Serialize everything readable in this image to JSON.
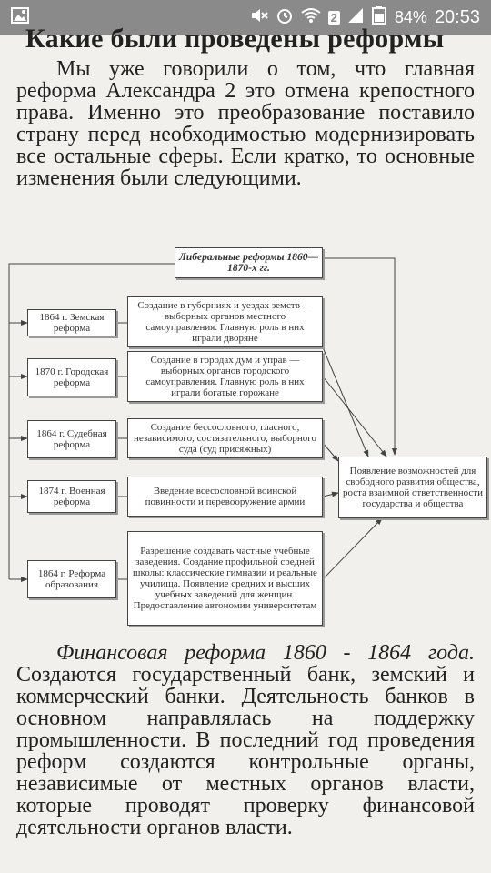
{
  "status_bar": {
    "battery": "84%",
    "time": "20:53",
    "sim_badge": "2",
    "icons": [
      "image-icon",
      "mute-icon",
      "alarm-icon",
      "wifi-icon",
      "signal-icon",
      "battery-icon"
    ]
  },
  "heading": "Какие были проведены реформы",
  "intro": "Мы уже говорили о том, что главная реформа Александра 2 это отмена крепостного права. Именно это преобразование поставило страну перед необходимостью модернизировать все остальные сферы. Если кратко, то основные изменения были следующими.",
  "diagram": {
    "header": "Либеральные реформы 1860—1870-х гг.",
    "reforms": [
      {
        "year_name": "1864 г. Земская реформа",
        "description": "Создание в губерниях и уездах земств — выборных органов местного самоуправления. Главную роль в них играли дворяне"
      },
      {
        "year_name": "1870 г. Городская реформа",
        "description": "Создание в городах дум и управ — выборных органов городского самоуправления. Главную роль в них играли богатые горожане"
      },
      {
        "year_name": "1864 г. Судебная реформа",
        "description": "Создание бессословного, гласного, независимого, состязательного, выборного суда (суд присяжных)"
      },
      {
        "year_name": "1874 г. Военная реформа",
        "description": "Введение всесословной воинской повинности и перевооружение армии"
      },
      {
        "year_name": "1864 г. Реформа образования",
        "description": "Разрешение создавать частные учебные заведения. Создание профильной средней школы: классические гимназии и реальные училища. Появление средних и высших учебных заведений для женщин. Предоставление автономии университетам"
      }
    ],
    "result": "Появление возможностей для свободного развития общества, роста взаимной ответственности государства и общества"
  },
  "finance": {
    "title": "Финансовая реформа 1860 - 1864 года.",
    "text": " Создаются государственный банк, земский и коммерческий банки. Деятельность банков в основном направлялась на поддержку промышленности. В последний год проведения реформ создаются контрольные органы, независимые от местных органов власти, которые проводят проверку финансовой деятельности органов власти."
  }
}
